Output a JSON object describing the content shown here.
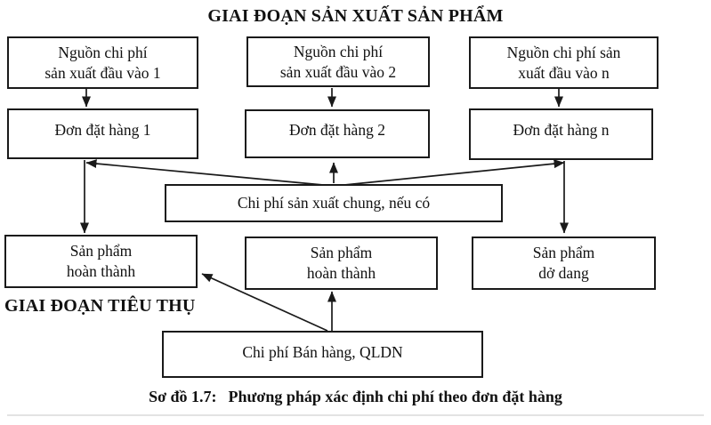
{
  "page": {
    "background": "#ffffff",
    "line_color": "#1a1a1a",
    "text_color": "#111111"
  },
  "title": "GIAI ĐOẠN SẢN XUẤT SẢN PHẨM",
  "section_label": "GIAI ĐOẠN TIÊU THỤ",
  "caption": {
    "prefix": "Sơ đồ 1.7:",
    "text": "Phương pháp xác định chi phí theo đơn đặt hàng"
  },
  "boxes": {
    "input1": {
      "line1": "Nguồn chi phí",
      "line2": "sản xuất đầu vào 1"
    },
    "input2": {
      "line1": "Nguồn chi phí",
      "line2": "sản xuất đầu vào 2"
    },
    "inputn": {
      "line1": "Nguồn chi phí sản",
      "line2": "xuất đầu vào n"
    },
    "order1": {
      "line1": "Đơn đặt hàng 1"
    },
    "order2": {
      "line1": "Đơn đặt hàng 2"
    },
    "ordern": {
      "line1": "Đơn đặt hàng n"
    },
    "overhead": {
      "line1": "Chi phí sản xuất chung, nếu có"
    },
    "finished1": {
      "line1": "Sản phẩm",
      "line2": "hoàn thành"
    },
    "finished2": {
      "line1": "Sản phẩm",
      "line2": "hoàn thành"
    },
    "wip": {
      "line1": "Sản phẩm",
      "line2": "dở dang"
    },
    "selling": {
      "line1": "Chi phí Bán hàng, QLDN"
    }
  }
}
